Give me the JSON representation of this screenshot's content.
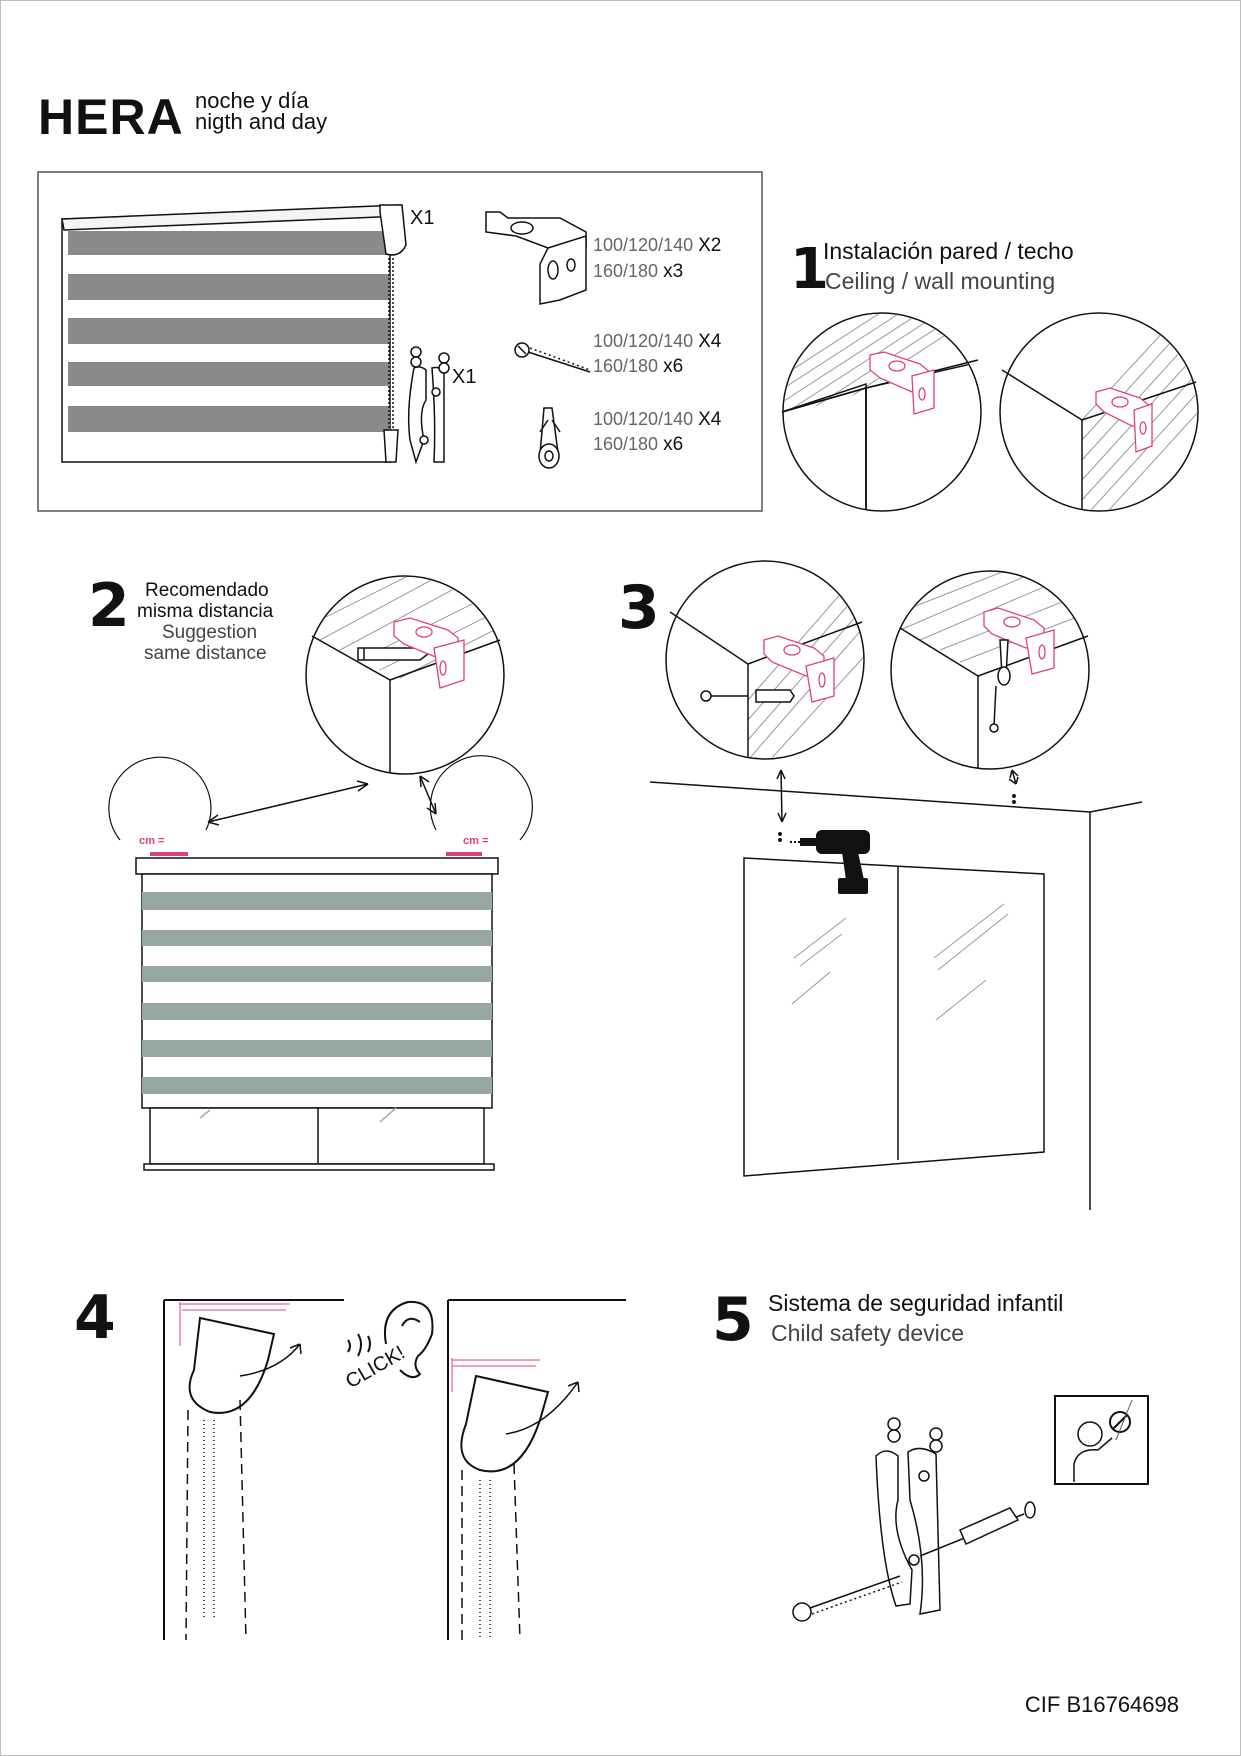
{
  "header": {
    "brand": "HERA",
    "subtitle_es": "noche y día",
    "subtitle_en": "nigth and day"
  },
  "parts": {
    "blind_qty": "X1",
    "safety_qty": "X1",
    "bracket": {
      "sizes_a": "100/120/140",
      "qty_a": "X2",
      "sizes_b": "160/180",
      "qty_b": "x3"
    },
    "screw": {
      "sizes_a": "100/120/140",
      "qty_a": "X4",
      "sizes_b": "160/180",
      "qty_b": "x6"
    },
    "plug": {
      "sizes_a": "100/120/140",
      "qty_a": "X4",
      "sizes_b": "160/180",
      "qty_b": "x6"
    }
  },
  "steps": {
    "s1": {
      "num": "1",
      "es": "Instalación pared / techo",
      "en": "Ceiling / wall mounting"
    },
    "s2": {
      "num": "2",
      "es1": "Recomendado",
      "es2": "misma distancia",
      "en1": "Suggestion",
      "en2": "same distance",
      "cm_left": "cm =",
      "cm_right": "cm ="
    },
    "s3": {
      "num": "3"
    },
    "s4": {
      "num": "4",
      "click": "CLICK!"
    },
    "s5": {
      "num": "5",
      "es": "Sistema de seguridad infantil",
      "en": "Child safety device"
    }
  },
  "footer": {
    "cif": "CIF B16764698"
  },
  "colors": {
    "accent": "#e0407a",
    "fabric": "#95a8a4",
    "line": "#111111"
  }
}
